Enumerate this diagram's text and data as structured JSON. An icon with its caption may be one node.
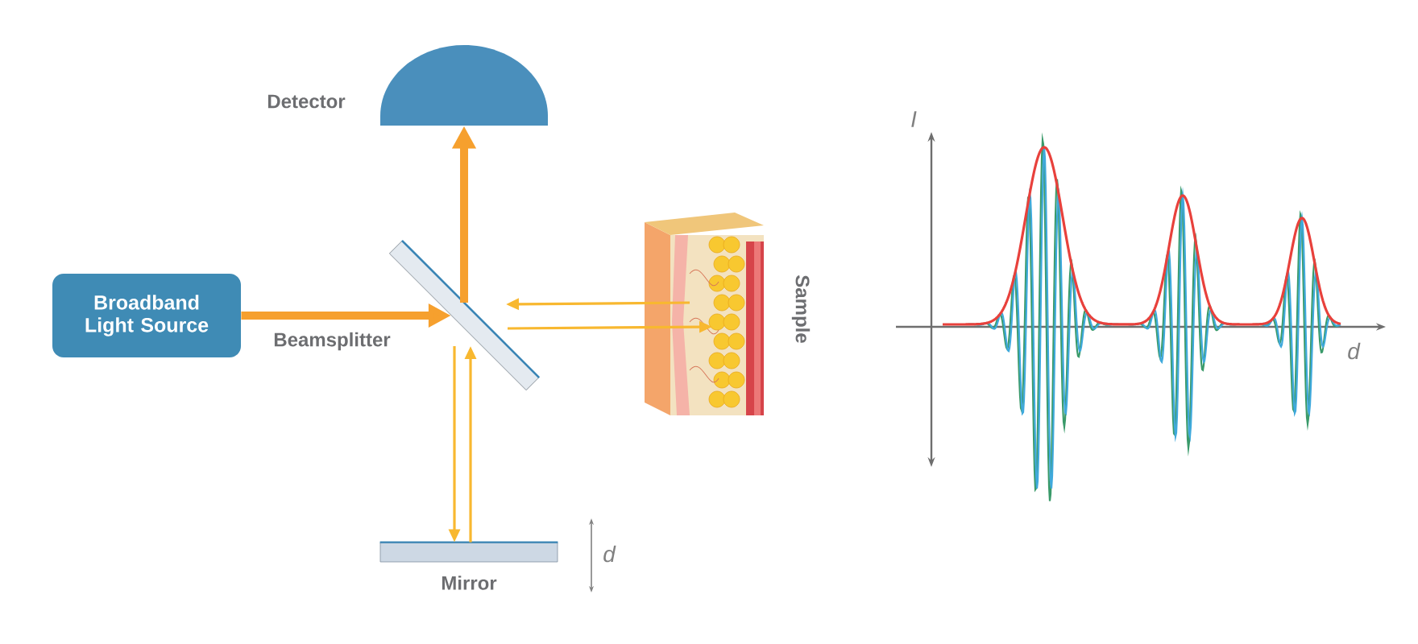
{
  "diagram": {
    "nodes": [
      {
        "text": [
          "Broadband Light Source"
        ]
      },
      {
        "text": [
          "Detector"
        ]
      },
      {
        "text": [
          "Beamsplitter"
        ]
      },
      {
        "text": [
          "Sample"
        ]
      },
      {
        "text": [
          "Mirror"
        ]
      }
    ],
    "edges": [
      {
        "from": 0,
        "to": 2,
        "arrow": "to",
        "style": "thick",
        "color": "#f6a02e"
      },
      {
        "from": 2,
        "to": 1,
        "arrow": "to",
        "style": "thick",
        "color": "#f6a02e"
      },
      {
        "from": 2,
        "to": 3,
        "arrow": "to"
      },
      {
        "from": 3,
        "to": 2,
        "arrow": "to"
      },
      {
        "from": 2,
        "to": 4,
        "arrow": "to"
      },
      {
        "from": 4,
        "to": 2,
        "arrow": "to"
      }
    ],
    "labels": [
      "d",
      "I",
      "d"
    ]
  }
}
